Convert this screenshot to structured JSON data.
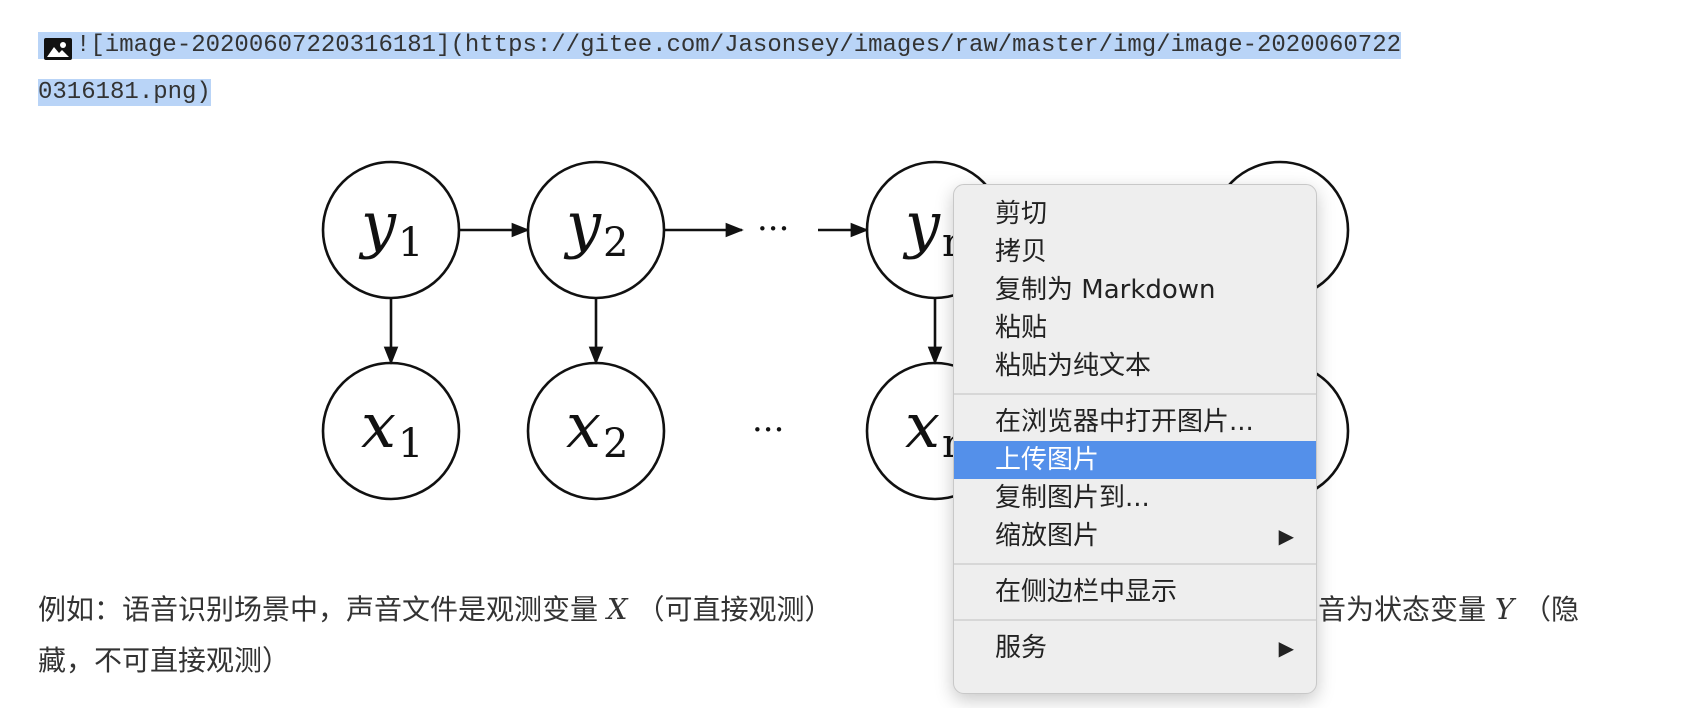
{
  "markdown_source": {
    "line1": "![image-20200607220316181](https://gitee.com/Jasonsey/images/raw/master/img/image-2020060722",
    "line2": "0316181.png)"
  },
  "figure": {
    "hidden_nodes": [
      {
        "base": "y",
        "sub": "1"
      },
      {
        "base": "y",
        "sub": "2"
      },
      {
        "base": "y",
        "sub": "n"
      }
    ],
    "observed_nodes": [
      {
        "base": "x",
        "sub": "1"
      },
      {
        "base": "x",
        "sub": "2"
      },
      {
        "base": "x",
        "sub": "n"
      }
    ],
    "ellipsis": "···"
  },
  "paragraph": {
    "part1": "例如：语音识别场景中，声音文件是观测变量 ",
    "var_x": "X",
    "part2": " （可直接观测）",
    "part3": "拼音为状态变量 ",
    "var_y": "Y",
    "part4": " （隐",
    "line2": "藏，不可直接观测）"
  },
  "context_menu": {
    "groups": [
      {
        "items": [
          {
            "label": "剪切"
          },
          {
            "label": "拷贝"
          },
          {
            "label": "复制为 Markdown"
          },
          {
            "label": "粘贴"
          },
          {
            "label": "粘贴为纯文本"
          }
        ]
      },
      {
        "items": [
          {
            "label": "在浏览器中打开图片..."
          },
          {
            "label": "上传图片",
            "active": true
          },
          {
            "label": "复制图片到..."
          },
          {
            "label": "缩放图片",
            "submenu": true
          }
        ]
      },
      {
        "items": [
          {
            "label": "在侧边栏中显示"
          }
        ]
      },
      {
        "items": [
          {
            "label": "服务",
            "submenu": true
          }
        ]
      }
    ],
    "submenu_arrow": "▶",
    "highlight_color": "#5490ea"
  }
}
